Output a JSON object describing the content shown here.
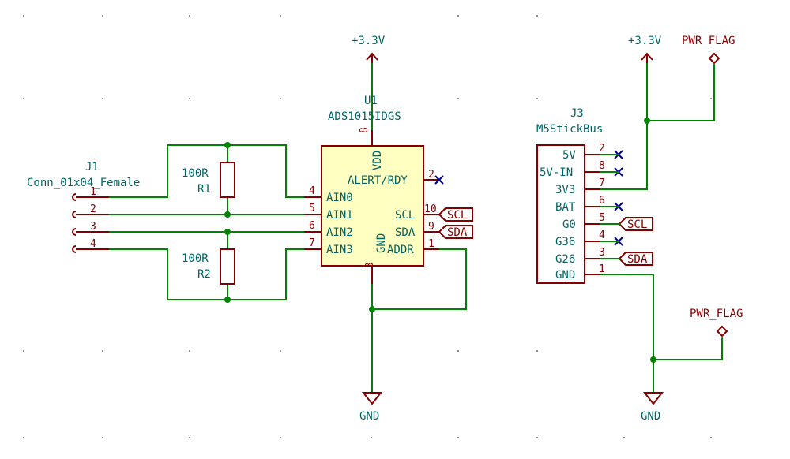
{
  "power": {
    "u1_vdd": "+3.3V",
    "j3_vdd": "+3.3V",
    "gnd_left": "GND",
    "gnd_right": "GND",
    "pwr_flag_top": "PWR_FLAG",
    "pwr_flag_bottom": "PWR_FLAG"
  },
  "u1": {
    "ref": "U1",
    "value": "ADS1015IDGS",
    "pins": {
      "vdd": {
        "num": "8",
        "name": "VDD"
      },
      "alert": {
        "num": "2",
        "name": "ALERT/RDY"
      },
      "ain0": {
        "num": "4",
        "name": "AIN0"
      },
      "ain1": {
        "num": "5",
        "name": "AIN1"
      },
      "ain2": {
        "num": "6",
        "name": "AIN2"
      },
      "ain3": {
        "num": "7",
        "name": "AIN3"
      },
      "scl": {
        "num": "10",
        "name": "SCL"
      },
      "sda": {
        "num": "9",
        "name": "SDA"
      },
      "addr": {
        "num": "1",
        "name": "ADDR"
      },
      "gnd": {
        "num": "3",
        "name": "GND"
      }
    }
  },
  "j1": {
    "ref": "J1",
    "value": "Conn_01x04_Female",
    "pins": [
      "1",
      "2",
      "3",
      "4"
    ]
  },
  "r1": {
    "ref": "R1",
    "value": "100R"
  },
  "r2": {
    "ref": "R2",
    "value": "100R"
  },
  "j3": {
    "ref": "J3",
    "value": "M5StickBus",
    "pins": [
      {
        "name": "5V",
        "num": "2"
      },
      {
        "name": "5V-IN",
        "num": "8"
      },
      {
        "name": "3V3",
        "num": "7"
      },
      {
        "name": "BAT",
        "num": "6"
      },
      {
        "name": "G0",
        "num": "5"
      },
      {
        "name": "G36",
        "num": "4"
      },
      {
        "name": "G26",
        "num": "3"
      },
      {
        "name": "GND",
        "num": "1"
      }
    ]
  },
  "net_labels": {
    "u1_scl": "SCL",
    "u1_sda": "SDA",
    "j3_scl": "SCL",
    "j3_sda": "SDA"
  }
}
